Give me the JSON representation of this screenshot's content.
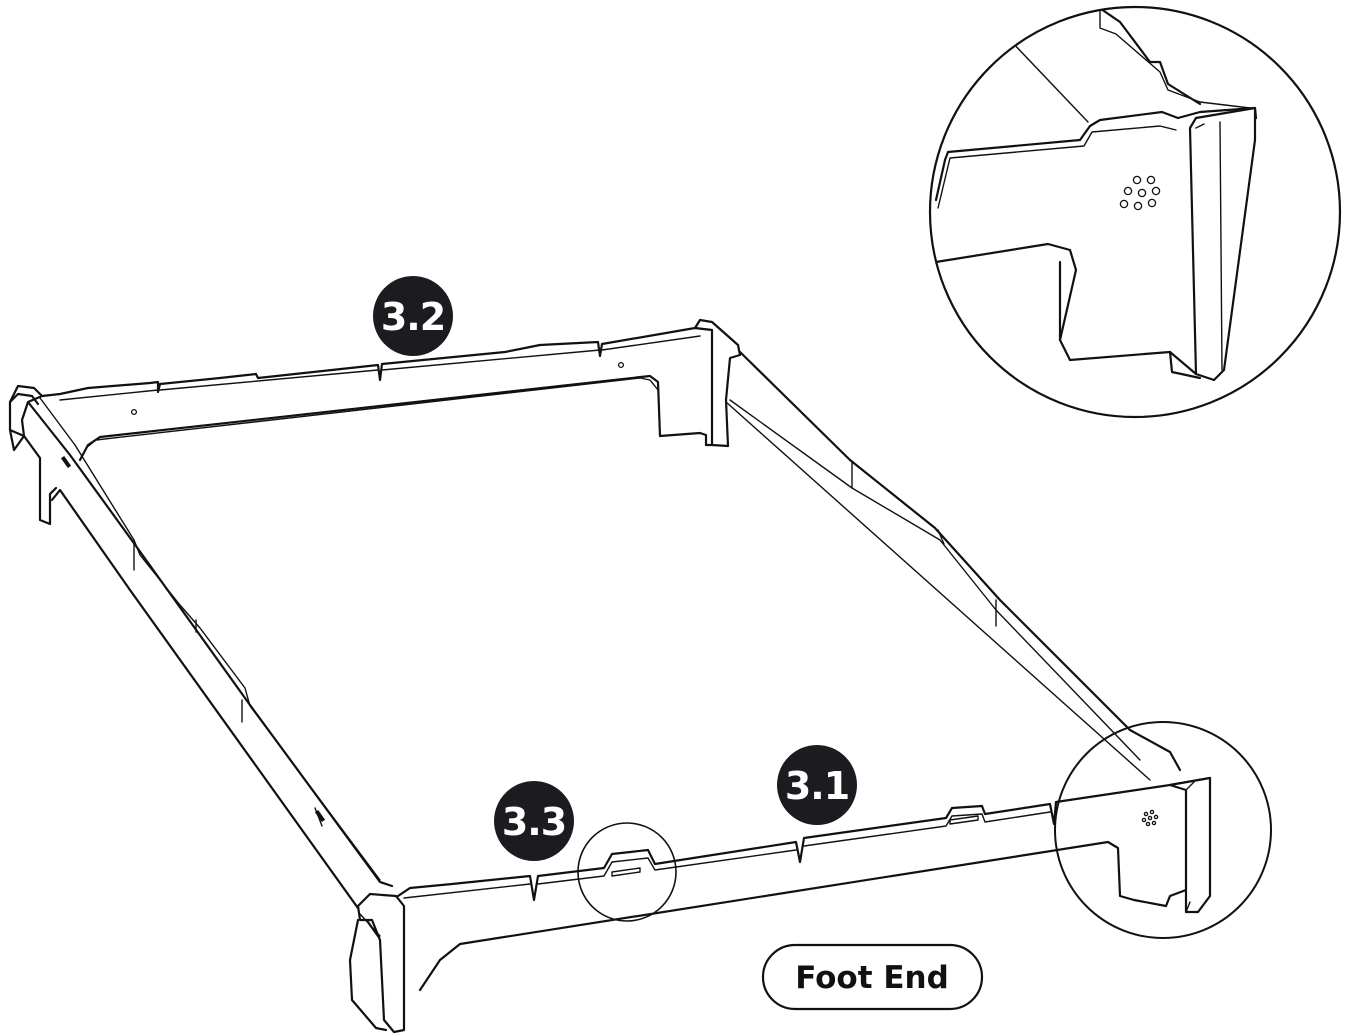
{
  "callouts": [
    {
      "id": "3.2",
      "label": "3.2"
    },
    {
      "id": "3.1",
      "label": "3.1"
    },
    {
      "id": "3.3",
      "label": "3.3"
    }
  ],
  "end_label": "Foot End",
  "colors": {
    "line": "#111111",
    "badge": "#1c1b1f",
    "badge_text": "#ffffff",
    "background": "#ffffff"
  }
}
